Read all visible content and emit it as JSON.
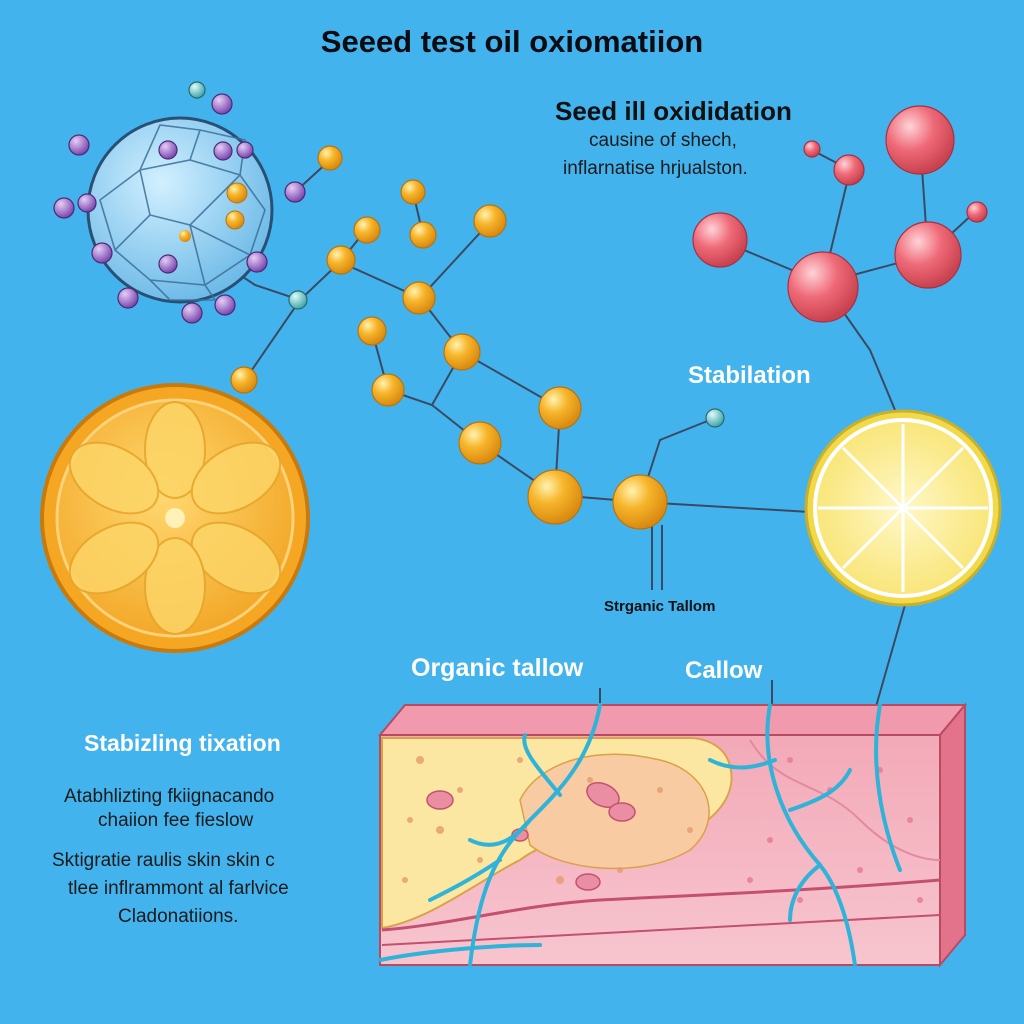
{
  "title": "Seeed test oil oxiomatiion",
  "labels": {
    "seed_oil_oxidation": "Seed ill oxididation",
    "causes_line1": "causine of shech,",
    "causes_line2": "inflarnatise hrjualston.",
    "stabilation": "Stabilation",
    "strganic_tallom": "Strganic Tallom",
    "organic_tallow": "Organic tallow",
    "callow": "Callow",
    "stabizling_tixation": "Stabizling tixation",
    "para1_line1": "Atabhlizting fkiignacando",
    "para1_line2": "chaiion fee fieslow",
    "para2_line1": "Sktigratie raulis skin skin c",
    "para2_line2": "tlee inflrammont al farlvice",
    "para2_line3": "Cladonatiions."
  },
  "colors": {
    "background": "#43b3ee",
    "gold_atom": "#f4a61c",
    "purple_atom": "#9b6cc8",
    "red_atom": "#ef6a78",
    "teal_atom": "#5fc3c6",
    "orange_fruit": "#f8bf3a",
    "lemon": "#fbe97a",
    "vessel": "#2fb3d8",
    "skin_pink": "#f6c9d4",
    "fat_yellow": "#fbe7a2"
  },
  "icons": [
    "molecule-sphere",
    "orange-slice",
    "lemon-slice",
    "skin-cross-section",
    "blood-vessels"
  ]
}
